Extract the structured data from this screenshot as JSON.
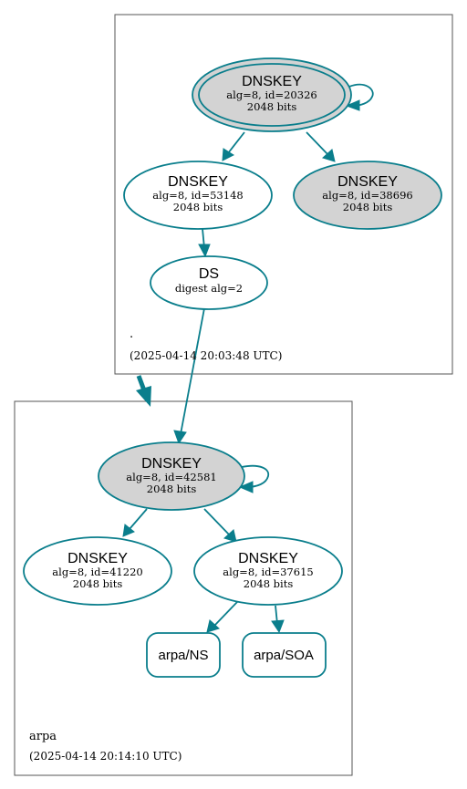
{
  "zones": {
    "root": {
      "name": ".",
      "timestamp": "(2025-04-14 20:03:48 UTC)"
    },
    "arpa": {
      "name": "arpa",
      "timestamp": "(2025-04-14 20:14:10 UTC)"
    }
  },
  "nodes": {
    "root_ksk": {
      "title": "DNSKEY",
      "line1": "alg=8, id=20326",
      "line2": "2048 bits"
    },
    "root_zsk1": {
      "title": "DNSKEY",
      "line1": "alg=8, id=53148",
      "line2": "2048 bits"
    },
    "root_zsk2": {
      "title": "DNSKEY",
      "line1": "alg=8, id=38696",
      "line2": "2048 bits"
    },
    "root_ds": {
      "title": "DS",
      "line1": "digest alg=2"
    },
    "arpa_ksk": {
      "title": "DNSKEY",
      "line1": "alg=8, id=42581",
      "line2": "2048 bits"
    },
    "arpa_zsk1": {
      "title": "DNSKEY",
      "line1": "alg=8, id=41220",
      "line2": "2048 bits"
    },
    "arpa_zsk2": {
      "title": "DNSKEY",
      "line1": "alg=8, id=37615",
      "line2": "2048 bits"
    },
    "arpa_ns": {
      "label": "arpa/NS"
    },
    "arpa_soa": {
      "label": "arpa/SOA"
    }
  },
  "colors": {
    "edge": "#0a7e8c",
    "ksk_fill": "#d3d3d3",
    "node_fill": "#ffffff",
    "zone_border": "#555555"
  }
}
